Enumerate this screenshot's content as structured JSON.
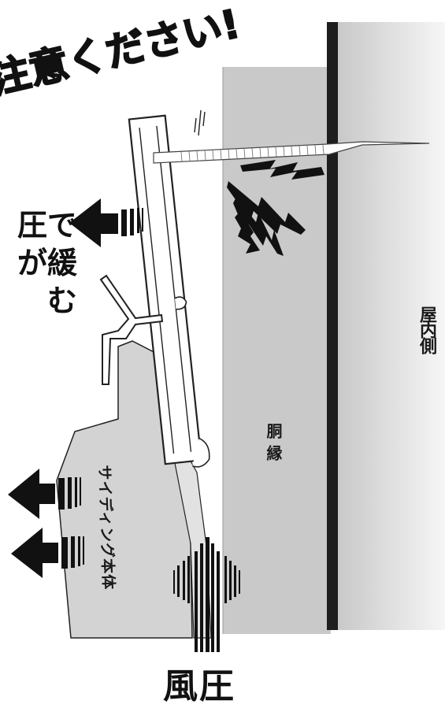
{
  "caution_text": "注意ください!",
  "side_text": {
    "line1": "圧で",
    "line2": "が緩む"
  },
  "labels": {
    "inside": "屋内側",
    "furring": "胴縁",
    "siding": "サイディング本体",
    "wind": "風圧"
  },
  "colors": {
    "wall_gray": "#c9c9ca",
    "siding_gray": "#d3d3d4",
    "stud": "#1e1e1e",
    "ink": "#111111"
  }
}
